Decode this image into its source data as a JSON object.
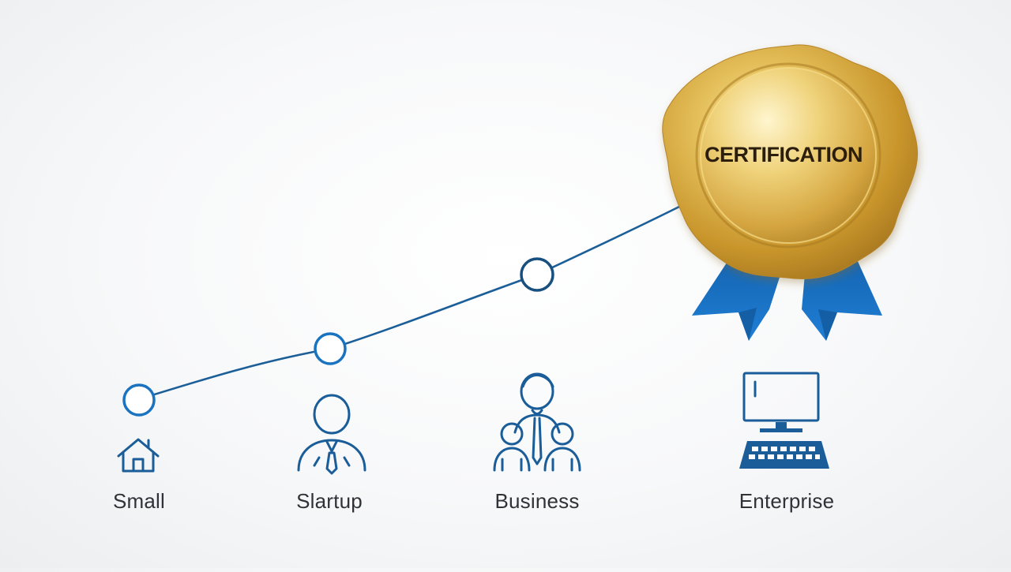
{
  "badge": {
    "text": "CERTIFICATION",
    "icon": "certification-seal-icon"
  },
  "stages": [
    {
      "label": "Small",
      "icon": "house-icon"
    },
    {
      "label": "Slartup",
      "icon": "person-icon"
    },
    {
      "label": "Business",
      "icon": "team-icon"
    },
    {
      "label": "Enterprise",
      "icon": "computer-icon"
    }
  ],
  "colors": {
    "accent": "#1666a8",
    "ribbon": "#1b74c6",
    "gold": "#d6a93c",
    "label": "#2f3338"
  }
}
